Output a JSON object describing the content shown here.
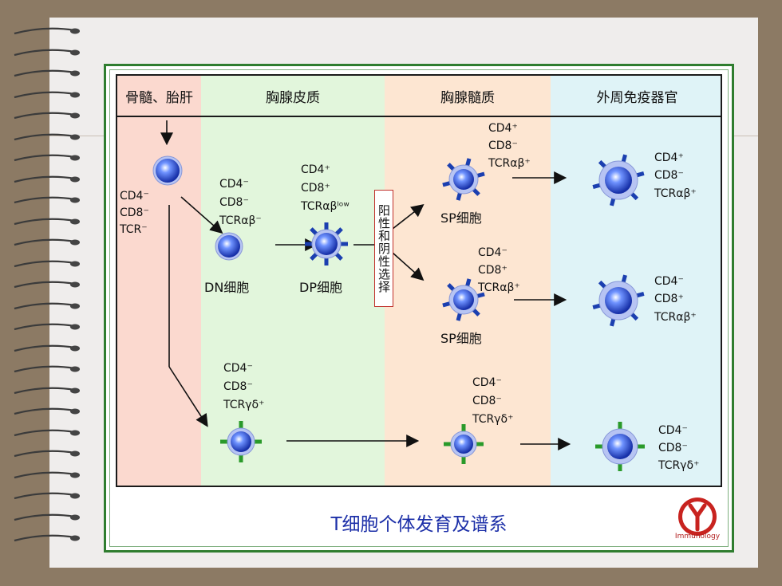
{
  "columns": [
    {
      "header": "骨髓、胎肝",
      "bg": "#fbd9cf"
    },
    {
      "header": "胸腺皮质",
      "bg": "#e2f6dc"
    },
    {
      "header": "胸腺髓质",
      "bg": "#fde6d2"
    },
    {
      "header": "外周免疫器官",
      "bg": "#dff3f7"
    }
  ],
  "labels": {
    "stem": [
      "CD4⁻",
      "CD8⁻",
      "TCR⁻"
    ],
    "dn": [
      "CD4⁻",
      "CD8⁻",
      "TCRαβ⁻"
    ],
    "dp": [
      "CD4⁺",
      "CD8⁺",
      "TCRαβˡᵒʷ"
    ],
    "sp4_thymus": [
      "CD4⁺",
      "CD8⁻",
      "TCRαβ⁺"
    ],
    "sp8_thymus": [
      "CD4⁻",
      "CD8⁺",
      "TCRαβ⁺"
    ],
    "sp4_periph": [
      "CD4⁺",
      "CD8⁻",
      "TCRαβ⁺"
    ],
    "sp8_periph": [
      "CD4⁻",
      "CD8⁺",
      "TCRαβ⁺"
    ],
    "gd_early": [
      "CD4⁻",
      "CD8⁻",
      "TCRγδ⁺"
    ],
    "gd_thymus": [
      "CD4⁻",
      "CD8⁻",
      "TCRγδ⁺"
    ],
    "gd_periph": [
      "CD4⁻",
      "CD8⁻",
      "TCRγδ⁺"
    ]
  },
  "cell_names": {
    "dn": "DN细胞",
    "dp": "DP细胞",
    "sp_top": "SP细胞",
    "sp_mid": "SP细胞"
  },
  "selection": "阳性和阴性选择",
  "caption": "T细胞个体发育及谱系",
  "logo_text": "Immunology",
  "colors": {
    "cell": "#2f5fd8",
    "receptor_ab": "#1b3fb0",
    "receptor_gd": "#2a9a2a",
    "caption": "#1c2fa8",
    "frame": "#2f7d2f"
  }
}
